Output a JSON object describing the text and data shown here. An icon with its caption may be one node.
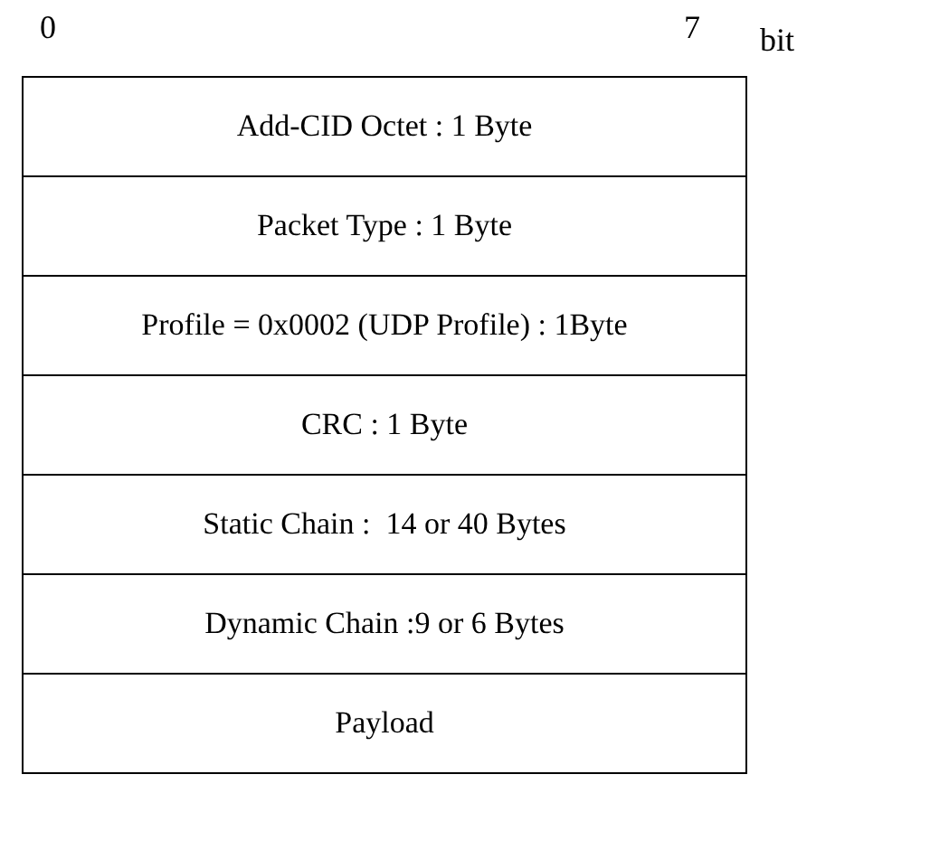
{
  "diagram": {
    "nodes": [
      {
        "text": [
          "Add-CID Octet : 1 Byte"
        ]
      },
      {
        "text": [
          "Packet Type : 1 Byte"
        ]
      },
      {
        "text": [
          "Profile = 0x0002 (UDP Profile) : 1Byte"
        ]
      },
      {
        "text": [
          "CRC : 1 Byte"
        ]
      },
      {
        "text": [
          "Static Chain :  14 or 40 Bytes"
        ]
      },
      {
        "text": [
          "Dynamic Chain :9 or 6 Bytes"
        ]
      },
      {
        "text": [
          "Payload"
        ]
      }
    ],
    "labels": [
      "0",
      "7",
      "bit"
    ]
  }
}
